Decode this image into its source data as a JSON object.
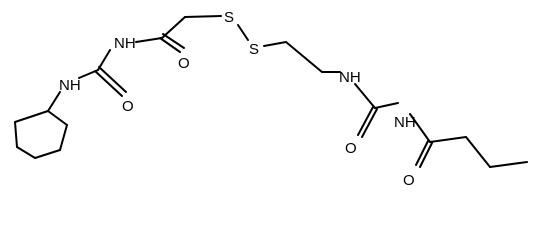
{
  "figure": {
    "background_color": "#ffffff",
    "line_color": "#000000"
  },
  "atoms": {
    "nh_cyclopentyl": "NH",
    "o_urea_1": "O",
    "nh_imide_1": "NH",
    "o_acyl_1": "O",
    "s_1": "S",
    "s_2": "S",
    "nh_ethyl": "NH",
    "o_urea_2": "O",
    "nh_imide_2": "NH",
    "o_acyl_2": "O"
  }
}
